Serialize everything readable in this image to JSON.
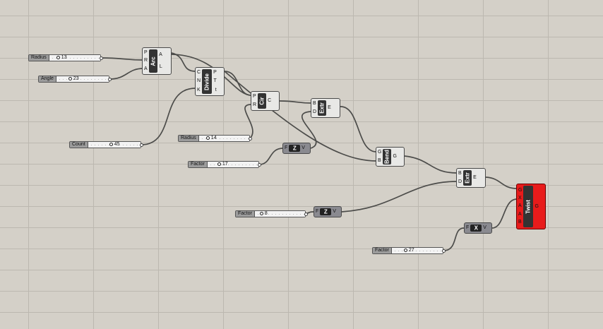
{
  "sliders": [
    {
      "id": "radius1",
      "label": "Radius",
      "value": "13"
    },
    {
      "id": "angle",
      "label": "Angle",
      "value": "23"
    },
    {
      "id": "count",
      "label": "Count",
      "value": "45"
    },
    {
      "id": "radius2",
      "label": "Radius",
      "value": "14"
    },
    {
      "id": "factor1",
      "label": "Factor",
      "value": "17"
    },
    {
      "id": "factor2",
      "label": "Factor",
      "value": "8"
    },
    {
      "id": "factor3",
      "label": "Factor",
      "value": "27"
    }
  ],
  "nodes": {
    "arc": {
      "title": "Arc",
      "inputs": [
        "P",
        "R",
        "A"
      ],
      "outputs": [
        "A",
        "L"
      ]
    },
    "divide": {
      "title": "Divide",
      "inputs": [
        "C",
        "N",
        "K"
      ],
      "outputs": [
        "P",
        "T",
        "t"
      ]
    },
    "circle": {
      "title": "Cir",
      "inputs": [
        "P",
        "R"
      ],
      "outputs": [
        "C"
      ]
    },
    "extr1": {
      "title": "Extr",
      "inputs": [
        "B",
        "D"
      ],
      "outputs": [
        "E"
      ]
    },
    "zvec1": {
      "title": "Z",
      "inputs": [
        "F"
      ],
      "outputs": [
        "V"
      ]
    },
    "bend": {
      "title": "Bend",
      "inputs": [
        "G",
        "B"
      ],
      "outputs": [
        "G"
      ]
    },
    "extr2": {
      "title": "Extr",
      "inputs": [
        "B",
        "D"
      ],
      "outputs": [
        "E"
      ]
    },
    "zvec2": {
      "title": "Z",
      "inputs": [
        "F"
      ],
      "outputs": [
        "V"
      ]
    },
    "xvec": {
      "title": "X",
      "inputs": [
        "F"
      ],
      "outputs": [
        "V"
      ]
    },
    "twist": {
      "title": "Twist",
      "inputs": [
        "G",
        "X",
        "A",
        "A",
        "B"
      ],
      "outputs": [
        "G"
      ]
    }
  }
}
